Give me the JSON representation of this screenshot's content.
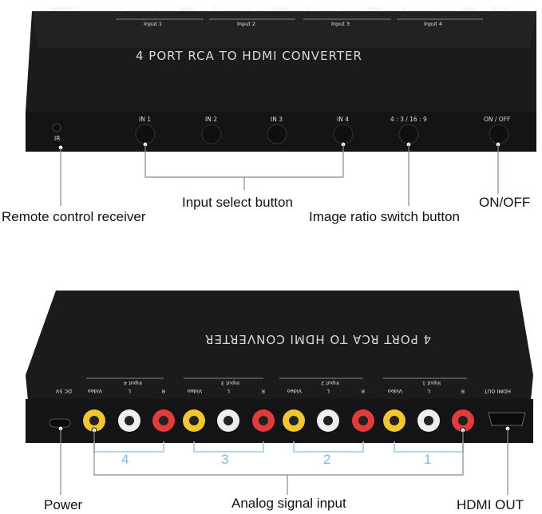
{
  "top_device": {
    "top_labels": {
      "hdmi_out": "HDMI OUT",
      "dc": "DC 5V",
      "r": "R",
      "l": "L",
      "video": "Video",
      "inputs": [
        "Input 1",
        "Input 2",
        "Input 3",
        "Input 4"
      ]
    },
    "title": "4 PORT RCA TO HDMI CONVERTER",
    "ir": "IR",
    "buttons": [
      "IN 1",
      "IN 2",
      "IN 3",
      "IN 4",
      "4 : 3 / 16 : 9",
      "ON / OFF"
    ]
  },
  "callouts_top": {
    "remote": "Remote control receiver",
    "input_select": "Input select button",
    "ratio": "Image ratio switch button",
    "onoff": "ON/OFF"
  },
  "bottom_device": {
    "title": "4 PORT RCA TO HDMI CONVERTER",
    "dc": "DC 5V",
    "hdmi_out": "HDMI OUT",
    "inputs": [
      "Input 4",
      "Input 3",
      "Input 2",
      "Input 1"
    ],
    "port_labels": [
      "Video",
      "L",
      "R"
    ]
  },
  "group_numbers": [
    "4",
    "3",
    "2",
    "1"
  ],
  "callouts_bottom": {
    "power": "Power",
    "analog": "Analog signal input",
    "hdmi_out": "HDMI OUT"
  },
  "colors": {
    "device": "#1c1c1e",
    "accent_line": "#9cc8e8",
    "rca_yellow": "#f2c62e",
    "rca_white": "#f1f1f1",
    "rca_red": "#e23b3b"
  }
}
